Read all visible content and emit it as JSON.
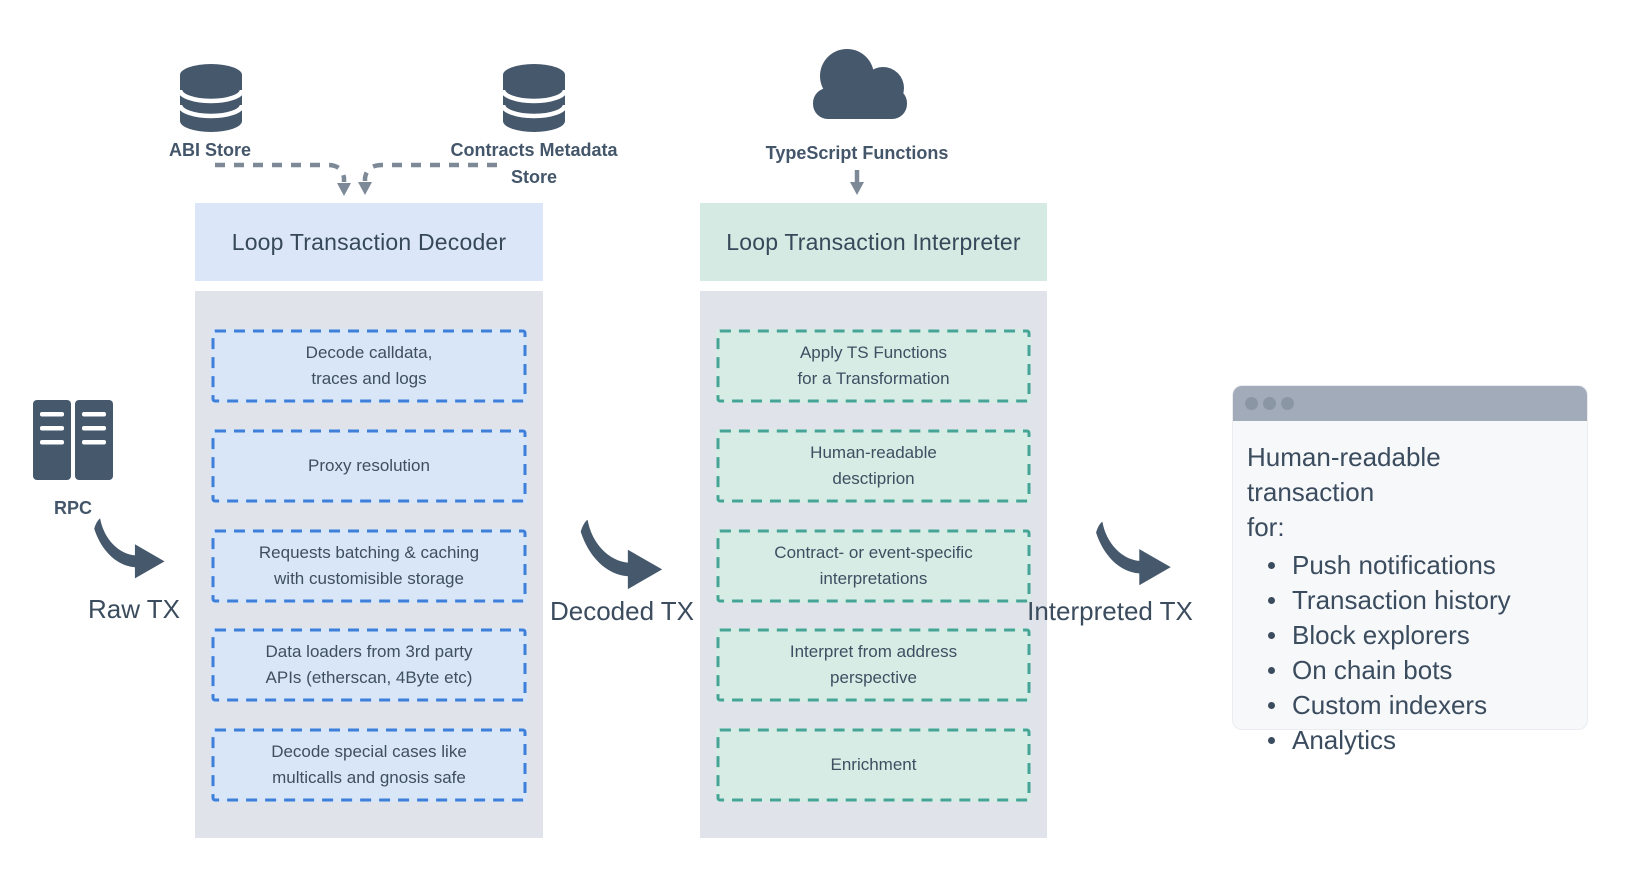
{
  "colors": {
    "slate_icon": "#46586c",
    "text": "#3e4f61",
    "connector_gray": "#7e8998",
    "decoder_header_bg": "#dbe7f8",
    "interpreter_header_bg": "#d5eae3",
    "column_bg": "#e1e3ea",
    "decoder_box_bg": "#d9e6f8",
    "decoder_box_border": "#3d7fd9",
    "interpreter_box_bg": "#d7ece5",
    "interpreter_box_border": "#45a496",
    "window_bar_bg": "#a2abb9",
    "window_body_bg": "#f7f8fa"
  },
  "sources": {
    "abi_store": "ABI Store",
    "contracts_store_line1": "Contracts Metadata",
    "contracts_store_line2": "Store",
    "typescript_functions": "TypeScript Functions",
    "rpc": "RPC"
  },
  "decoder": {
    "title": "Loop Transaction Decoder",
    "steps": [
      {
        "line1": "Decode calldata,",
        "line2": "traces and logs"
      },
      {
        "line1": "Proxy resolution",
        "line2": ""
      },
      {
        "line1": "Requests batching & caching",
        "line2": "with customisible storage"
      },
      {
        "line1": "Data loaders from 3rd party",
        "line2": "APIs (etherscan, 4Byte etc)"
      },
      {
        "line1": "Decode special cases like",
        "line2": "multicalls and gnosis safe"
      }
    ]
  },
  "interpreter": {
    "title": "Loop Transaction Interpreter",
    "steps": [
      {
        "line1": "Apply TS Functions",
        "line2": "for a Transformation"
      },
      {
        "line1": "Human-readable",
        "line2": "desctiprion"
      },
      {
        "line1": "Contract- or event-specific",
        "line2": "interpretations"
      },
      {
        "line1": "Interpret from address",
        "line2": "perspective"
      },
      {
        "line1": "Enrichment",
        "line2": ""
      }
    ]
  },
  "flow": {
    "raw_tx": "Raw TX",
    "decoded_tx": "Decoded TX",
    "interpreted_tx": "Interpreted TX"
  },
  "result_window": {
    "title_line1": "Human-readable transaction",
    "title_line2": "for:",
    "bullets": [
      "Push notifications",
      "Transaction history",
      "Block explorers",
      "On chain bots",
      "Custom indexers",
      "Analytics"
    ]
  }
}
